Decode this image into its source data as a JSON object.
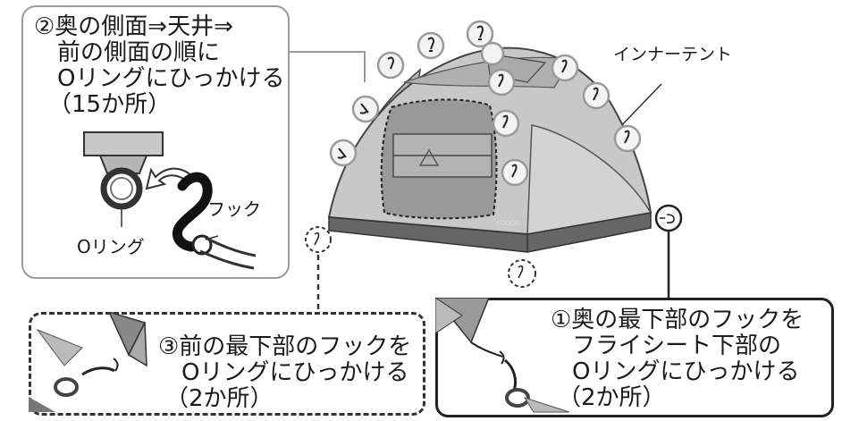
{
  "step2": {
    "line1": "②奥の側面⇒天井⇒",
    "line2": "前の側面の順に",
    "line3": "Oリングにひっかける",
    "line4": "（15か所）"
  },
  "step2_labels": {
    "hook": "フック",
    "oring": "Oリング"
  },
  "inner_tent_label": "インナーテント",
  "step3": {
    "line1": "③前の最下部のフックを",
    "line2": "Oリングにひっかける",
    "line3": "（2か所）"
  },
  "step1": {
    "line1": "①奥の最下部のフックを",
    "line2": "フライシート下部の",
    "line3": "Oリングにひっかける",
    "line4": "（2か所）"
  },
  "brand_mark": "LOGOS"
}
